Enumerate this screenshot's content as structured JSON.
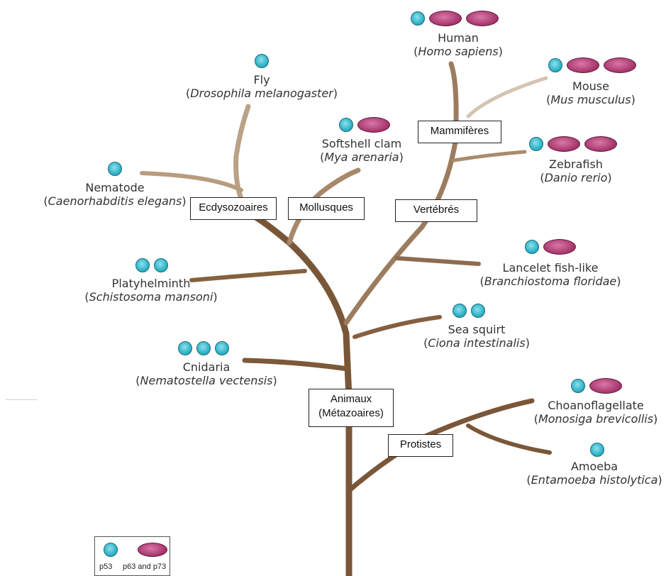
{
  "organisms": {
    "human": {
      "common": "Human",
      "scientific": "Homo sapiens",
      "p53": 1,
      "p63_p73": 2
    },
    "mouse": {
      "common": "Mouse",
      "scientific": "Mus musculus",
      "p53": 1,
      "p63_p73": 2
    },
    "zebrafish": {
      "common": "Zebrafish",
      "scientific": "Danio rerio",
      "p53": 1,
      "p63_p73": 2
    },
    "fly": {
      "common": "Fly",
      "scientific": "Drosophila melanogaster",
      "p53": 1,
      "p63_p73": 0
    },
    "softshell_clam": {
      "common": "Softshell clam",
      "scientific": "Mya arenaria",
      "p53": 1,
      "p63_p73": 1
    },
    "nematode": {
      "common": "Nematode",
      "scientific": "Caenorhabditis elegans",
      "p53": 1,
      "p63_p73": 0
    },
    "platyhelminth": {
      "common": "Platyhelminth",
      "scientific": "Schistosoma mansoni",
      "p53": 2,
      "p63_p73": 0
    },
    "lancelet": {
      "common": "Lancelet fish-like",
      "scientific": "Branchiostoma floridae",
      "p53": 1,
      "p63_p73": 1
    },
    "sea_squirt": {
      "common": "Sea squirt",
      "scientific": "Ciona intestinalis",
      "p53": 2,
      "p63_p73": 0
    },
    "cnidaria": {
      "common": "Cnidaria",
      "scientific": "Nematostella vectensis",
      "p53": 3,
      "p63_p73": 0
    },
    "choanoflagellate": {
      "common": "Choanoflagellate",
      "scientific": "Monosiga brevicollis",
      "p53": 1,
      "p63_p73": 1
    },
    "amoeba": {
      "common": "Amoeba",
      "scientific": "Entamoeba histolytica",
      "p53": 1,
      "p63_p73": 0
    }
  },
  "clades": {
    "mammiferes": "Mammifères",
    "ecdysozoaires": "Ecdysozoaires",
    "mollusques": "Mollusques",
    "vertebres": "Vertébrés",
    "animaux_line1": "Animaux",
    "animaux_line2": "(Métazoaires)",
    "protistes": "Protistes"
  },
  "legend": {
    "p53_label": "p53",
    "p63_p73_label": "p63 and p73"
  },
  "colors": {
    "trunk": "#7a5638",
    "branch_light": "#c9b39d",
    "p53_icon": "#2eb3c7",
    "p63_p73_icon": "#a8376d"
  }
}
